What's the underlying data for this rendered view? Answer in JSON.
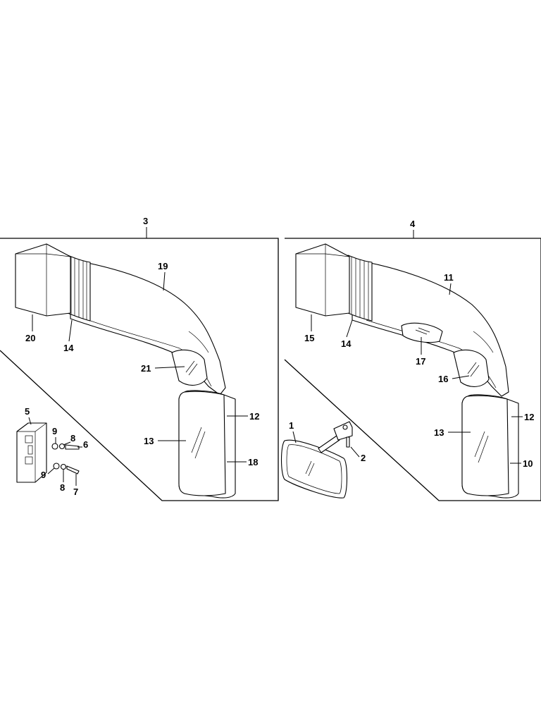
{
  "diagram": {
    "assembly_left": "3",
    "assembly_right": "4",
    "callouts": {
      "p1": "1",
      "p2": "2",
      "p5": "5",
      "p6": "6",
      "p7": "7",
      "p8a": "8",
      "p8b": "8",
      "p9a": "9",
      "p9b": "9",
      "p10": "10",
      "p11": "11",
      "p12a": "12",
      "p12b": "12",
      "p13a": "13",
      "p13b": "13",
      "p14a": "14",
      "p14b": "14",
      "p15": "15",
      "p16": "16",
      "p17": "17",
      "p18": "18",
      "p19": "19",
      "p20": "20",
      "p21": "21"
    }
  }
}
